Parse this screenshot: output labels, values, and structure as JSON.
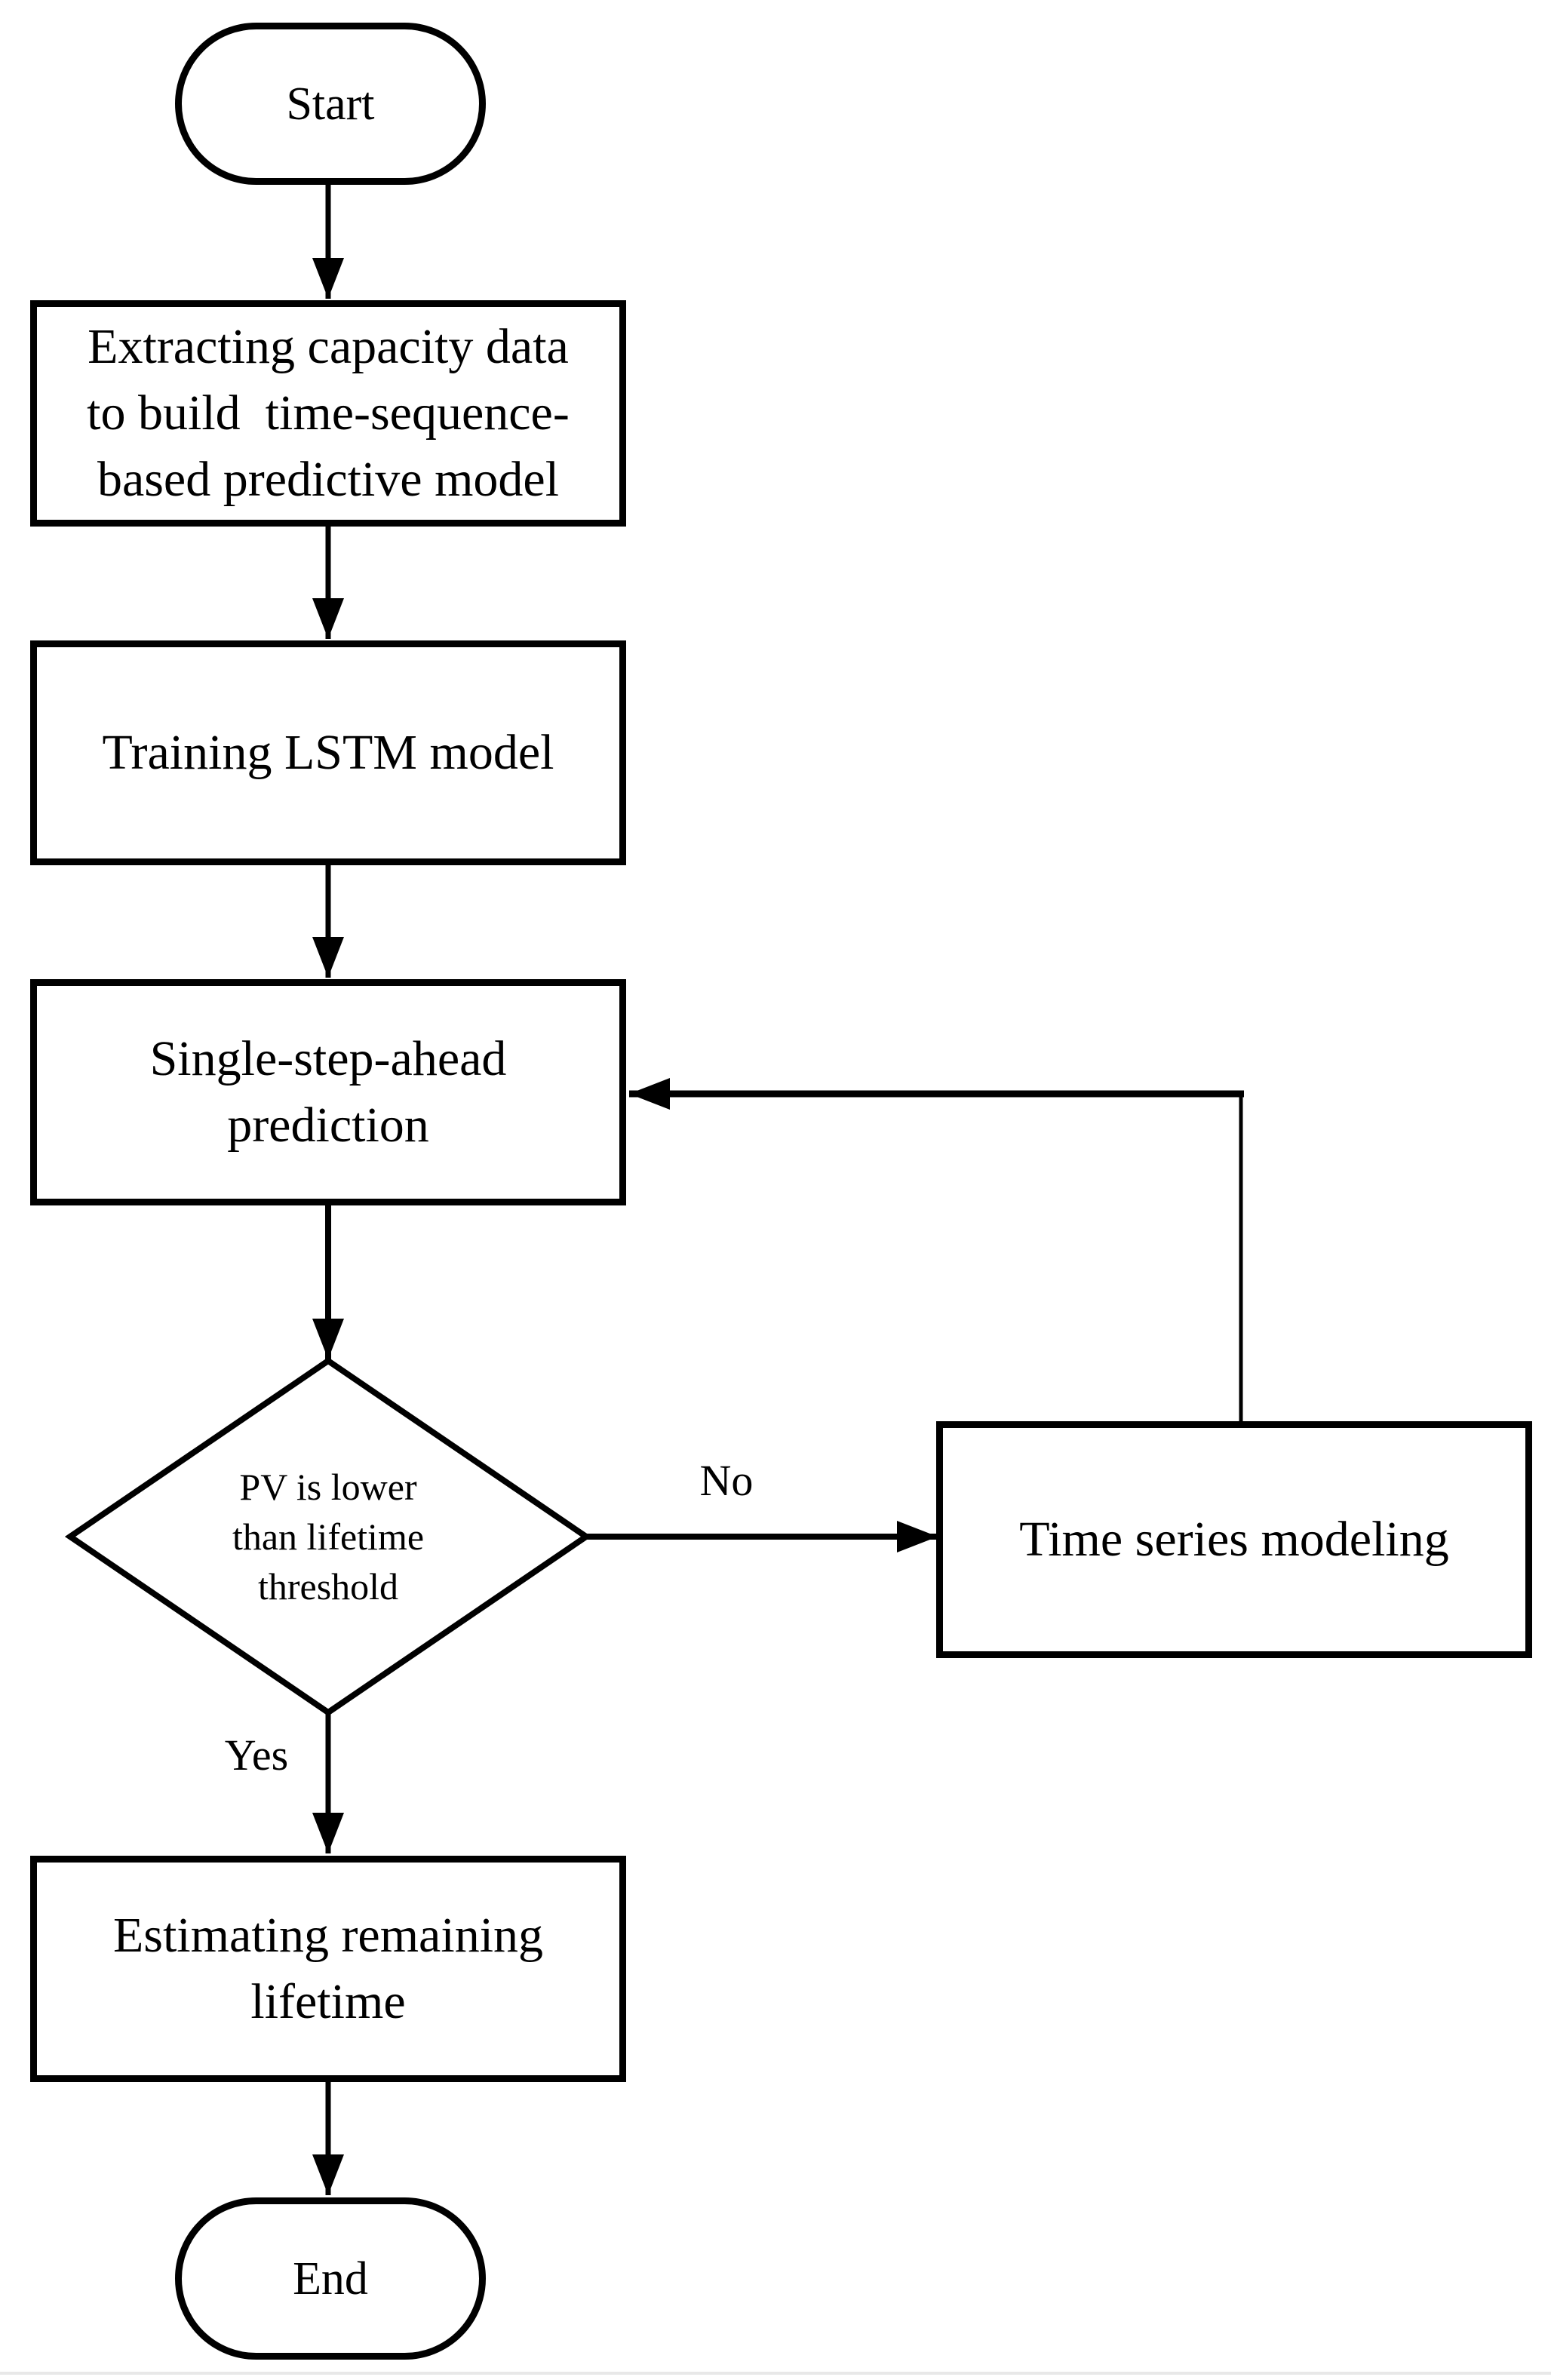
{
  "nodes": {
    "start": {
      "label": "Start"
    },
    "extract": {
      "line1": "Extracting capacity data",
      "line2": "to build  time-sequence-",
      "line3": "based predictive model"
    },
    "train": {
      "label": "Training LSTM model"
    },
    "predict": {
      "line1": "Single-step-ahead",
      "line2": "prediction"
    },
    "decision": {
      "line1": "PV is lower",
      "line2": "than lifetime",
      "line3": "threshold"
    },
    "tsm": {
      "label": "Time series modeling"
    },
    "estimate": {
      "line1": "Estimating remaining",
      "line2": "lifetime"
    },
    "end": {
      "label": "End"
    }
  },
  "edge_labels": {
    "no": "No",
    "yes": "Yes"
  },
  "colors": {
    "stroke": "#000000",
    "node_fill": "#ffffff",
    "background": "#ffffff",
    "bottom_rule": "#e8e8e8"
  }
}
